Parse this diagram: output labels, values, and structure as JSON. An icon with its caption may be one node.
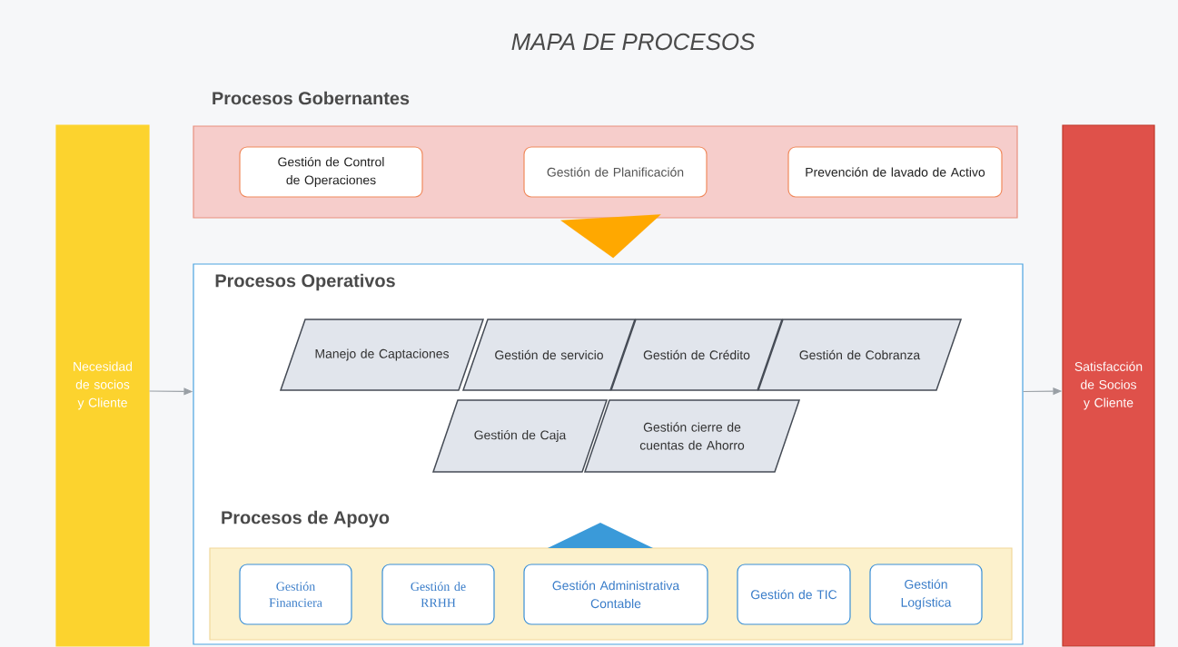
{
  "diagram": {
    "title": "MAPA DE PROCESOS",
    "nodes": [
      {
        "text": [
          "Necesidad de socios y Cliente"
        ]
      },
      {
        "text": [
          "Procesos Gobernantes"
        ]
      },
      {
        "text": [
          "Gestión de Control de Operaciones"
        ],
        "in": 1
      },
      {
        "text": [
          "Gestión de Planificación"
        ],
        "in": 1
      },
      {
        "text": [
          "Prevención de lavado de Activo"
        ],
        "in": 1
      },
      {
        "text": [
          "Procesos Operativos"
        ]
      },
      {
        "text": [
          "Manejo de Captaciones"
        ],
        "in": 5
      },
      {
        "text": [
          "Gestión de servicio"
        ],
        "in": 5
      },
      {
        "text": [
          "Gestión de Crédito"
        ],
        "in": 5
      },
      {
        "text": [
          "Gestión de Cobranza"
        ],
        "in": 5
      },
      {
        "text": [
          "Gestión de Caja"
        ],
        "in": 5
      },
      {
        "text": [
          "Gestión cierre de cuentas de Ahorro"
        ],
        "in": 5
      },
      {
        "text": [
          "Procesos de Apoyo"
        ],
        "in": 5
      },
      {
        "text": [
          "Gestión Financiera"
        ],
        "in": 12
      },
      {
        "text": [
          "Gestión de RRHH"
        ],
        "in": 12
      },
      {
        "text": [
          "Gestión Administrativa Contable"
        ],
        "in": 12
      },
      {
        "text": [
          "Gestión de TIC"
        ],
        "in": 12
      },
      {
        "text": [
          "Gestión Logística"
        ],
        "in": 12
      },
      {
        "text": [
          "Satisfacción de Socios y Cliente"
        ]
      }
    ],
    "edges": [
      {
        "from": 0,
        "to": 5,
        "arrow": "to",
        "color": "#9aa0a6"
      },
      {
        "from": 5,
        "to": 18,
        "arrow": "to",
        "color": "#9aa0a6"
      },
      {
        "from": 1,
        "to": 5,
        "arrow": "to",
        "color": "#ffa800"
      }
    ]
  }
}
